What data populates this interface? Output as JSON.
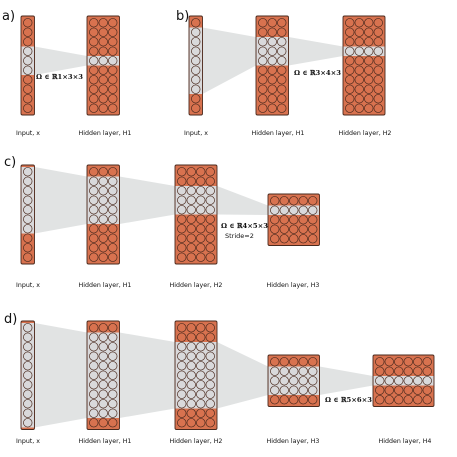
{
  "colors": {
    "active": "#d9d9db",
    "inactive": "#d8724f",
    "stroke": "#4a2a1e",
    "cone": "#e1e3e3"
  },
  "panels": [
    {
      "letter": "a)",
      "layers": [
        {
          "label": "Input, x",
          "cols": 1,
          "rows": 10,
          "active_rows": [
            3,
            4,
            5
          ]
        },
        {
          "label": "Hidden layer, H1",
          "cols": 3,
          "rows": 10,
          "active_rows": [
            4
          ]
        }
      ],
      "kernel_label": "Ω ∈ ℝ1×3×3",
      "stride_label": ""
    },
    {
      "letter": "b)",
      "layers": [
        {
          "label": "Input, x",
          "cols": 1,
          "rows": 10,
          "active_rows": [
            1,
            2,
            3,
            4,
            5,
            6,
            7
          ]
        },
        {
          "label": "Hidden layer, H1",
          "cols": 3,
          "rows": 10,
          "active_rows": [
            2,
            3,
            4
          ]
        },
        {
          "label": "Hidden layer, H2",
          "cols": 4,
          "rows": 10,
          "active_rows": [
            3
          ]
        }
      ],
      "kernel_label": "Ω ∈ ℝ3×4×3",
      "stride_label": ""
    },
    {
      "letter": "c)",
      "layers": [
        {
          "label": "Input, x",
          "cols": 1,
          "rows": 10,
          "active_rows": [
            0,
            1,
            2,
            3,
            4,
            5,
            6
          ]
        },
        {
          "label": "Hidden layer, H1",
          "cols": 3,
          "rows": 10,
          "active_rows": [
            1,
            2,
            3,
            4,
            5
          ]
        },
        {
          "label": "Hidden layer, H2",
          "cols": 4,
          "rows": 10,
          "active_rows": [
            2,
            3,
            4
          ]
        },
        {
          "label": "Hidden layer, H3",
          "cols": 5,
          "rows": 5,
          "active_rows": [
            1
          ]
        }
      ],
      "kernel_label": "Ω ∈ ℝ4×5×3",
      "stride_label": "Stride=2"
    },
    {
      "letter": "d)",
      "layers": [
        {
          "label": "Input, x",
          "cols": 1,
          "rows": 11,
          "active_rows": [
            0,
            1,
            2,
            3,
            4,
            5,
            6,
            7,
            8,
            9,
            10
          ]
        },
        {
          "label": "Hidden layer, H1",
          "cols": 3,
          "rows": 11,
          "active_rows": [
            1,
            2,
            3,
            4,
            5,
            6,
            7,
            8,
            9
          ]
        },
        {
          "label": "Hidden layer, H2",
          "cols": 4,
          "rows": 11,
          "active_rows": [
            2,
            3,
            4,
            5,
            6,
            7,
            8
          ]
        },
        {
          "label": "Hidden layer, H3",
          "cols": 5,
          "rows": 5,
          "active_rows": [
            1,
            2,
            3
          ]
        },
        {
          "label": "Hidden layer, H4",
          "cols": 6,
          "rows": 5,
          "active_rows": [
            2
          ]
        }
      ],
      "kernel_label": "Ω ∈ ℝ5×6×3",
      "stride_label": ""
    }
  ]
}
